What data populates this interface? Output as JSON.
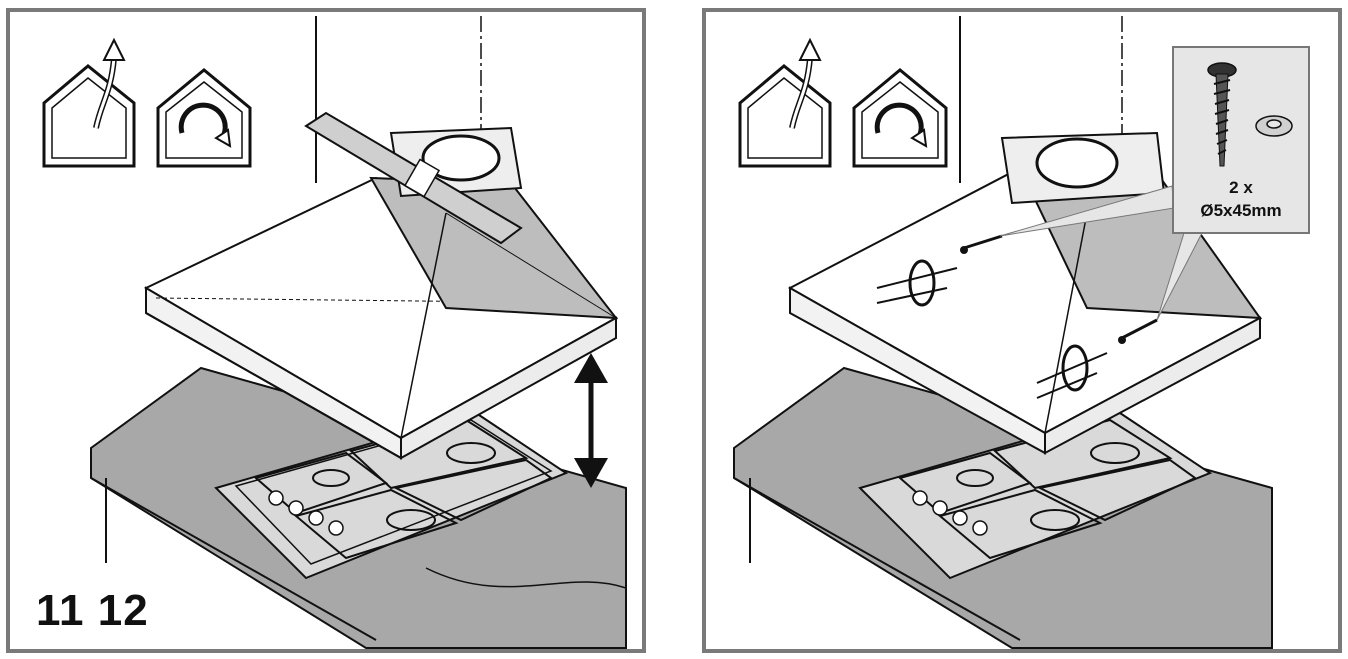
{
  "steps": {
    "left": "11 12"
  },
  "screw_callout": {
    "quantity": "2 x",
    "size": "Ø5x45mm"
  },
  "icons": {
    "left_panel": [
      "ducted-outlet-icon",
      "recirculation-icon"
    ],
    "right_panel": [
      "ducted-outlet-icon",
      "recirculation-icon"
    ]
  },
  "colors": {
    "frame": "#7a7a7a",
    "worktop": "#a8a8a8",
    "hood": "#f2f2f2",
    "line": "#111111"
  }
}
